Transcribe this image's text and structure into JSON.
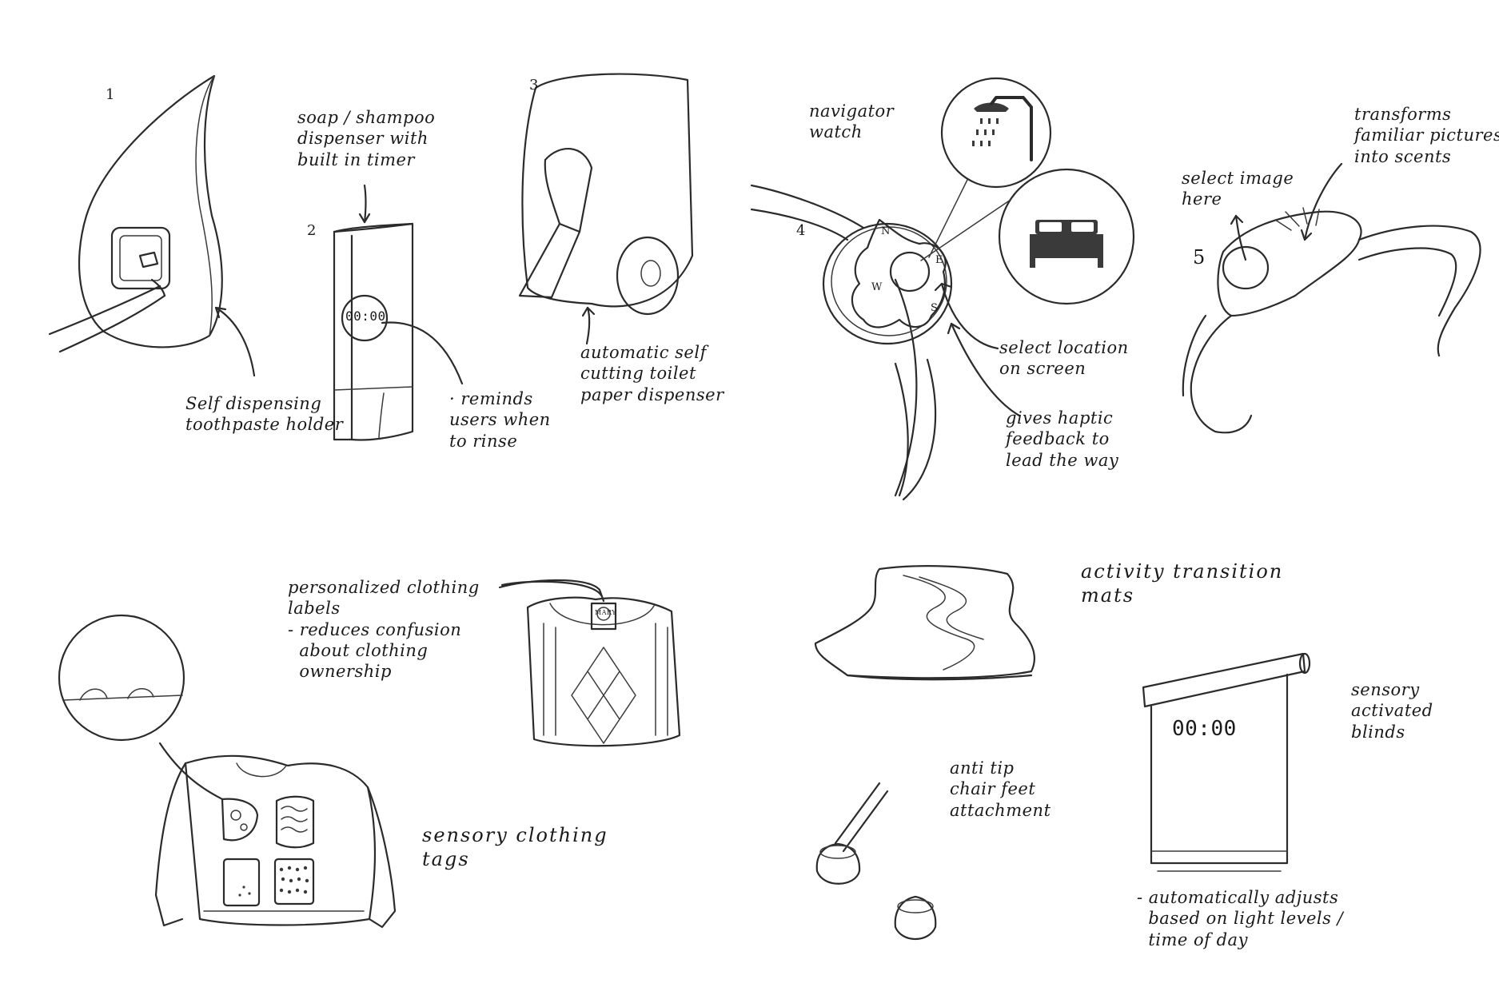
{
  "sketches": {
    "toothpaste": {
      "number": "1",
      "label": "Self dispensing\ntoothpaste holder"
    },
    "soap": {
      "number": "2",
      "top_label": "soap / shampoo\ndispenser with\nbuilt in timer",
      "timer_display": "00:00",
      "side_label": "· reminds\nusers when\nto rinse"
    },
    "toilet_paper": {
      "number": "3",
      "label": "automatic self\ncutting toilet\npaper dispenser"
    },
    "navigator": {
      "number": "4",
      "title": "navigator\nwatch",
      "compass": [
        "N",
        "E",
        "S",
        "W"
      ],
      "label_select": "select location\non screen",
      "label_haptic": "gives haptic\nfeedback to\nlead the way"
    },
    "scent_band": {
      "number": "5",
      "label_select": "select image\nhere",
      "label_transform": "transforms\nfamiliar pictures\ninto scents"
    },
    "clothing_labels": {
      "tag_text": "MARY",
      "label": "personalized clothing\nlabels\n- reduces confusion\n  about clothing\n  ownership"
    },
    "sensory_tags": {
      "label": "sensory clothing\ntags"
    },
    "mats": {
      "label": "activity transition\nmats"
    },
    "chair_feet": {
      "label": "anti tip\nchair feet\nattachment"
    },
    "blinds": {
      "timer_display": "00:00",
      "label": "sensory\nactivated\nblinds",
      "note": "- automatically adjusts\n  based on light levels /\n  time of day"
    }
  }
}
